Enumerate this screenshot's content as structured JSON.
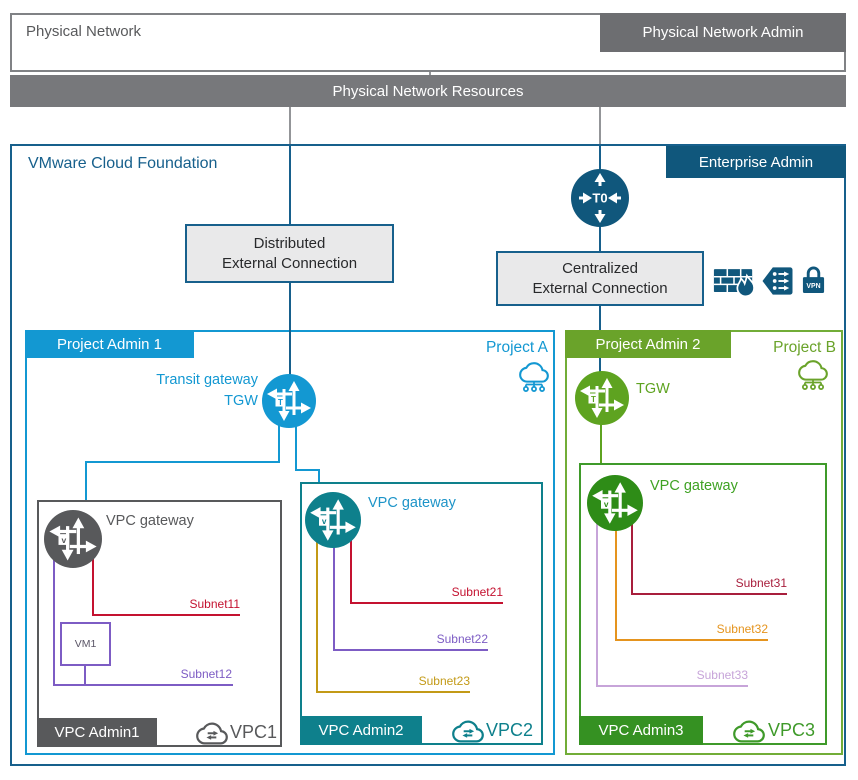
{
  "physical": {
    "title": "Physical Network",
    "admin_badge": "Physical Network Admin",
    "resources_label": "Physical Network Resources"
  },
  "vcf": {
    "title": "VMware Cloud Foundation",
    "admin_badge": "Enterprise Admin",
    "t0_label": "T0",
    "distributed": {
      "line1": "Distributed",
      "line2": "External Connection"
    },
    "centralized": {
      "line1": "Centralized",
      "line2": "External Connection"
    },
    "vpn_label": "VPN"
  },
  "project_a": {
    "admin_badge": "Project Admin 1",
    "title": "Project A",
    "transit_gateway_label": "Transit gateway",
    "tgw_label": "TGW"
  },
  "project_b": {
    "admin_badge": "Project Admin 2",
    "title": "Project B",
    "tgw_label": "TGW"
  },
  "gateway_letters": {
    "tgw": "T",
    "vpc": "v"
  },
  "vpc1": {
    "gateway_label": "VPC gateway",
    "vm_label": "VM1",
    "admin_badge": "VPC Admin1",
    "name": "VPC1",
    "subnets": [
      {
        "label": "Subnet11",
        "color": "#c41230"
      },
      {
        "label": "Subnet12",
        "color": "#7d5cc4"
      }
    ]
  },
  "vpc2": {
    "gateway_label": "VPC gateway",
    "admin_badge": "VPC Admin2",
    "name": "VPC2",
    "subnets": [
      {
        "label": "Subnet21",
        "color": "#c41230"
      },
      {
        "label": "Subnet22",
        "color": "#7d5cc4"
      },
      {
        "label": "Subnet23",
        "color": "#c39a17"
      }
    ]
  },
  "vpc3": {
    "gateway_label": "VPC gateway",
    "admin_badge": "VPC Admin3",
    "name": "VPC3",
    "subnets": [
      {
        "label": "Subnet31",
        "color": "#a81e3c"
      },
      {
        "label": "Subnet32",
        "color": "#e5941e"
      },
      {
        "label": "Subnet33",
        "color": "#c7a4d9"
      }
    ]
  },
  "colors": {
    "accent_blue": "#10577c",
    "border_blue": "#17608c",
    "cyan": "#1398d2",
    "teal": "#0e808c",
    "project_b_green": "#6aa32a",
    "vpc3_green": "#3f9a2a",
    "gray": "#58595b"
  }
}
